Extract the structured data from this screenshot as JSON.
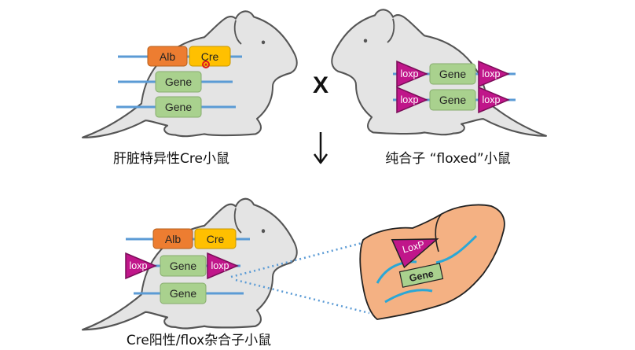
{
  "colors": {
    "mouse_fill": "#e4e4e4",
    "mouse_stroke": "#555555",
    "dna_line": "#5b9bd5",
    "alb_box": "#ed7d31",
    "cre_box": "#ffc000",
    "gene_box": "#a9d18e",
    "loxp_triangle": "#c0168a",
    "liver_fill": "#f4b183",
    "liver_vessel": "#2aa7d6",
    "dotted_line": "#5b9bd5",
    "cre_marker": "#e01b1b"
  },
  "labels": {
    "alb": "Alb",
    "cre": "Cre",
    "gene": "Gene",
    "loxp": "loxp",
    "loxp_liver": "LoxP",
    "cross": "X",
    "arrow": "↓"
  },
  "captions": {
    "liver_cre_mouse": "肝脏特异性Cre小鼠",
    "floxed_mouse": "纯合子 “floxed”小鼠",
    "offspring_mouse": "Cre阳性/flox杂合子小鼠"
  }
}
